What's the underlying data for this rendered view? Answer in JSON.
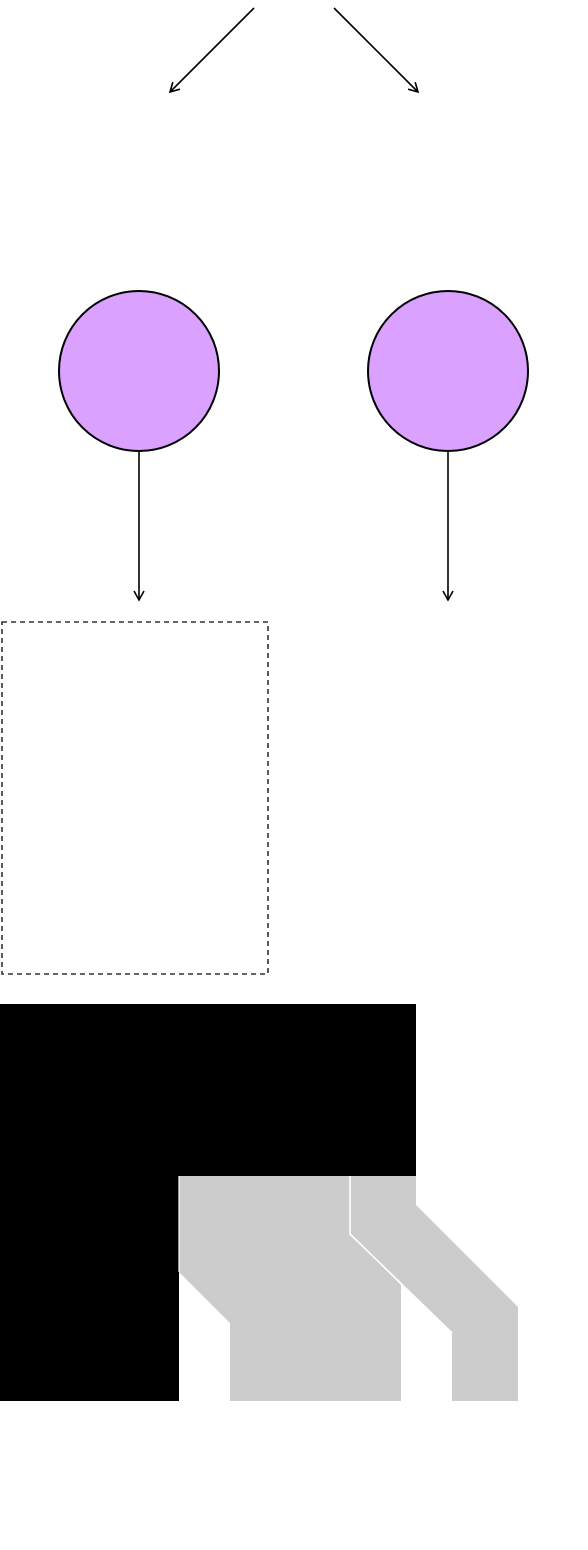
{
  "diagram": {
    "colors": {
      "background": "#ffffff",
      "stroke": "#000000",
      "node_fill": "#dba1ff",
      "dashed_stroke": "#333333",
      "block_fill": "#000000",
      "shape_fill": "#cccccc",
      "shape_divider": "#ffffff"
    },
    "nodes": [
      {
        "id": "node-left",
        "shape": "circle",
        "label": ""
      },
      {
        "id": "node-right",
        "shape": "circle",
        "label": ""
      }
    ],
    "edges": [
      {
        "from": "top",
        "to": "left",
        "kind": "arrow"
      },
      {
        "from": "top",
        "to": "right",
        "kind": "arrow"
      },
      {
        "from": "node-left",
        "to": "dashed-box",
        "kind": "arrow"
      },
      {
        "from": "node-right",
        "to": "below",
        "kind": "arrow"
      }
    ],
    "placeholder": {
      "shape": "rectangle",
      "border": "dashed",
      "label": ""
    },
    "illustration": {
      "parts": [
        "black-block",
        "gray-shape-left",
        "gray-shape-right"
      ]
    }
  }
}
